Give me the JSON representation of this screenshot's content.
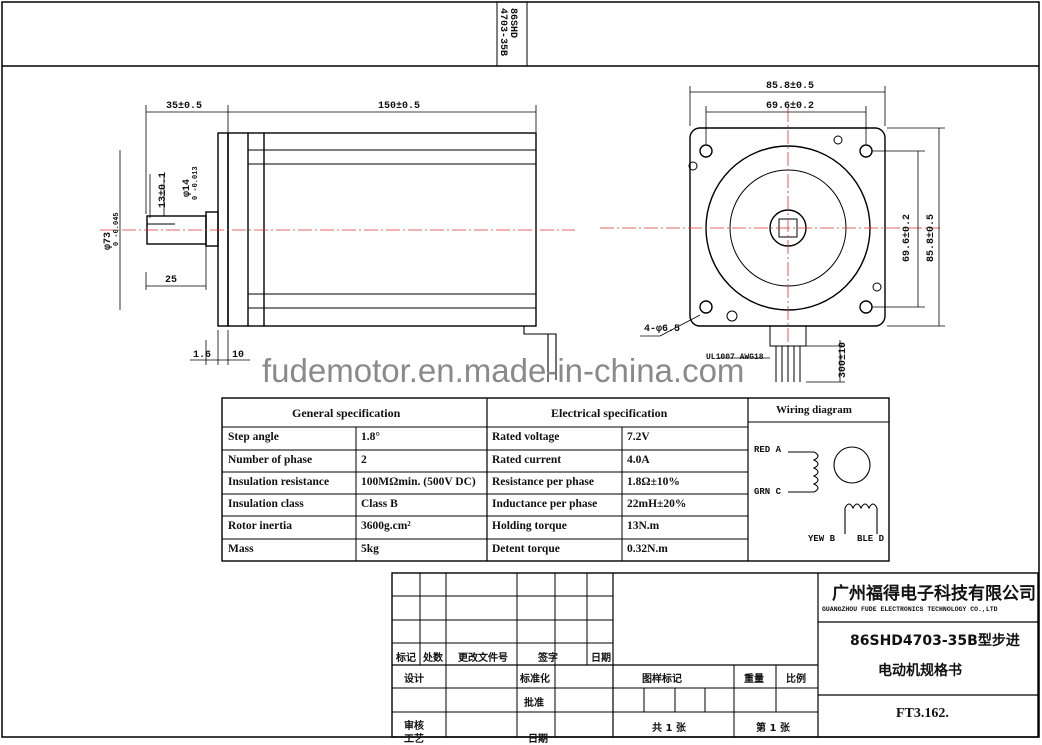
{
  "header": {
    "model_top": "86SHD",
    "model_bottom": "4703-35B"
  },
  "side_view": {
    "dim_shaft_len": "35±0.5",
    "dim_body_len": "150±0.5",
    "dim_pilot_dia": "φ73",
    "dim_pilot_tol": "0 -0.045",
    "dim_flat": "13±0.1",
    "dim_shaft_dia": "φ14",
    "dim_shaft_tol": "0 -0.013",
    "dim_flat_len": "25",
    "dim_pilot_h": "1.6",
    "dim_flange": "10"
  },
  "front_view": {
    "dim_outer": "85.8±0.5",
    "dim_holes": "69.6±0.2",
    "dim_holes_v": "69.6±0.2",
    "dim_outer_v": "85.8±0.5",
    "dim_mount_holes": "4-φ6.5",
    "dim_lead_spec": "UL1007 AWG18",
    "dim_lead_len": "300±10"
  },
  "watermark": "fudemotor.en.made-in-china.com",
  "spec_table": {
    "general_header": "General  specification",
    "electrical_header": "Electrical  specification",
    "wiring_header": "Wiring diagram",
    "general_rows": [
      {
        "label": "Step angle",
        "value": "1.8°"
      },
      {
        "label": "Number of phase",
        "value": "2"
      },
      {
        "label": "Insulation resistance",
        "value": "100MΩmin. (500V DC)"
      },
      {
        "label": "Insulation class",
        "value": "Class B"
      },
      {
        "label": "Rotor inertia",
        "value": "3600g.cm²"
      },
      {
        "label": "Mass",
        "value": "5kg"
      }
    ],
    "electrical_rows": [
      {
        "label": "Rated voltage",
        "value": "7.2V"
      },
      {
        "label": "Rated current",
        "value": "4.0A"
      },
      {
        "label": "Resistance per phase",
        "value": "1.8Ω±10%"
      },
      {
        "label": "Inductance per phase",
        "value": "22mH±20%"
      },
      {
        "label": "Holding torque",
        "value": "13N.m"
      },
      {
        "label": "Detent torque",
        "value": "0.32N.m"
      }
    ],
    "wiring": {
      "red": "RED A",
      "grn": "GRN C",
      "yel": "YEW B",
      "blu": "BLE D"
    }
  },
  "title_block": {
    "company_cn": "广州福得电子科技有限公司",
    "company_en": "GUANGZHOU FUDE ELECTRONICS TECHNOLOGY CO.,LTD",
    "product_title_1": "86SHD4703-35B型步进",
    "product_title_2": "电动机规格书",
    "drawing_no": "FT3.162.",
    "rev_headers": [
      "标记",
      "处数",
      "更改文件号",
      "签字",
      "日期"
    ],
    "row_design": "设计",
    "row_std": "标准化",
    "row_approve": "批准",
    "row_review": "审核",
    "row_process": "工艺",
    "row_date": "日期",
    "stage_mark": "图样标记",
    "weight": "重量",
    "scale": "比例",
    "total_sheets": "共 1 张",
    "sheet_no": "第 1 张"
  }
}
